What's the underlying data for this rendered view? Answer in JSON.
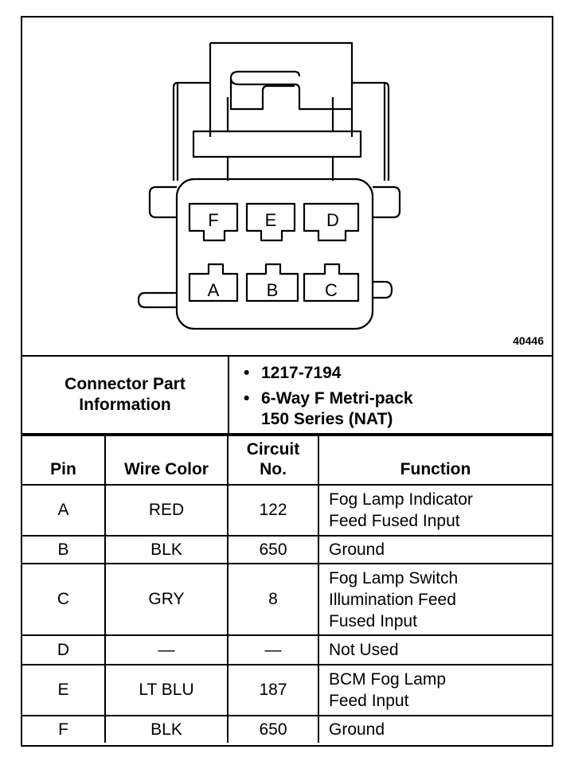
{
  "diagram": {
    "figure_id": "40446",
    "top_row_cavities": [
      "F",
      "E",
      "D"
    ],
    "bottom_row_cavities": [
      "A",
      "B",
      "C"
    ]
  },
  "connector_info": {
    "label_line1": "Connector Part",
    "label_line2": "Information",
    "part_number": "1217-7194",
    "description_line1": "6-Way F Metri-pack",
    "description_line2": "150 Series (NAT)",
    "bullet": "•"
  },
  "table": {
    "headers": {
      "pin": "Pin",
      "wire_color": "Wire Color",
      "circuit_line1": "Circuit",
      "circuit_line2": "No.",
      "function": "Function"
    },
    "rows": [
      {
        "pin": "A",
        "wire_color": "RED",
        "circuit": "122",
        "function": [
          "Fog Lamp Indicator",
          "Feed Fused Input"
        ]
      },
      {
        "pin": "B",
        "wire_color": "BLK",
        "circuit": "650",
        "function": [
          "Ground"
        ]
      },
      {
        "pin": "C",
        "wire_color": "GRY",
        "circuit": "8",
        "function": [
          "Fog Lamp Switch",
          "Illumination Feed",
          "Fused Input"
        ]
      },
      {
        "pin": "D",
        "wire_color": "—",
        "circuit": "—",
        "function": [
          "Not Used"
        ]
      },
      {
        "pin": "E",
        "wire_color": "LT BLU",
        "circuit": "187",
        "function": [
          "BCM Fog Lamp",
          "Feed Input"
        ]
      },
      {
        "pin": "F",
        "wire_color": "BLK",
        "circuit": "650",
        "function": [
          "Ground"
        ]
      }
    ]
  }
}
